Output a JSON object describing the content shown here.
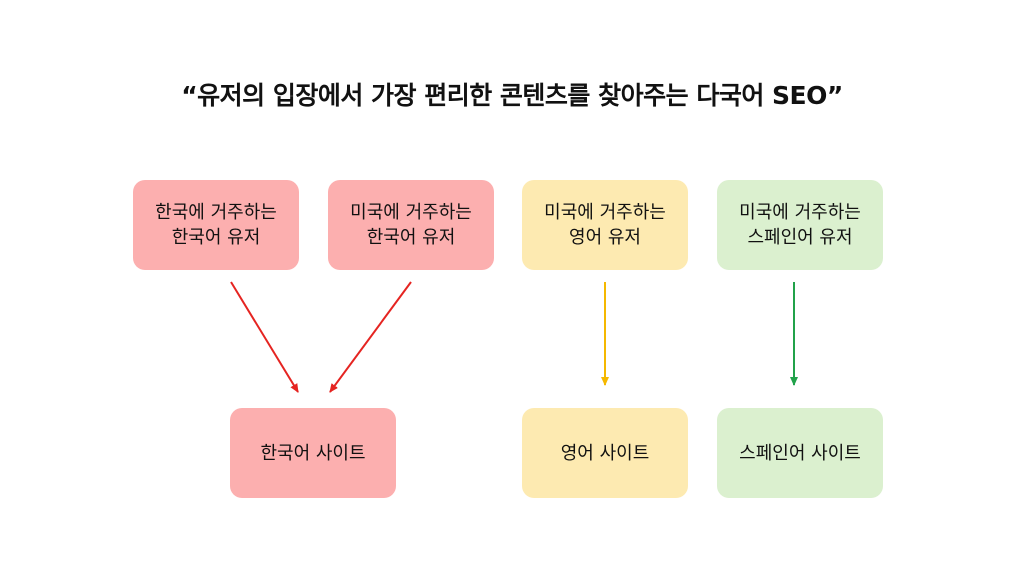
{
  "title": "“유저의 입장에서 가장 편리한 콘텐츠를 찾아주는 다국어 SEO”",
  "users": [
    {
      "label": "한국에 거주하는\n한국어 유저"
    },
    {
      "label": "미국에 거주하는\n한국어 유저"
    },
    {
      "label": "미국에 거주하는\n영어 유저"
    },
    {
      "label": "미국에 거주하는\n스페인어 유저"
    }
  ],
  "sites": [
    {
      "label": "한국어 사이트"
    },
    {
      "label": "영어 사이트"
    },
    {
      "label": "스페인어 사이트"
    }
  ],
  "colors": {
    "korean_box": "#fcafaf",
    "english_box": "#fdeab1",
    "spanish_box": "#dbf0cf",
    "korean_arrow": "#e52421",
    "english_arrow": "#f5b800",
    "spanish_arrow": "#21a24a"
  }
}
